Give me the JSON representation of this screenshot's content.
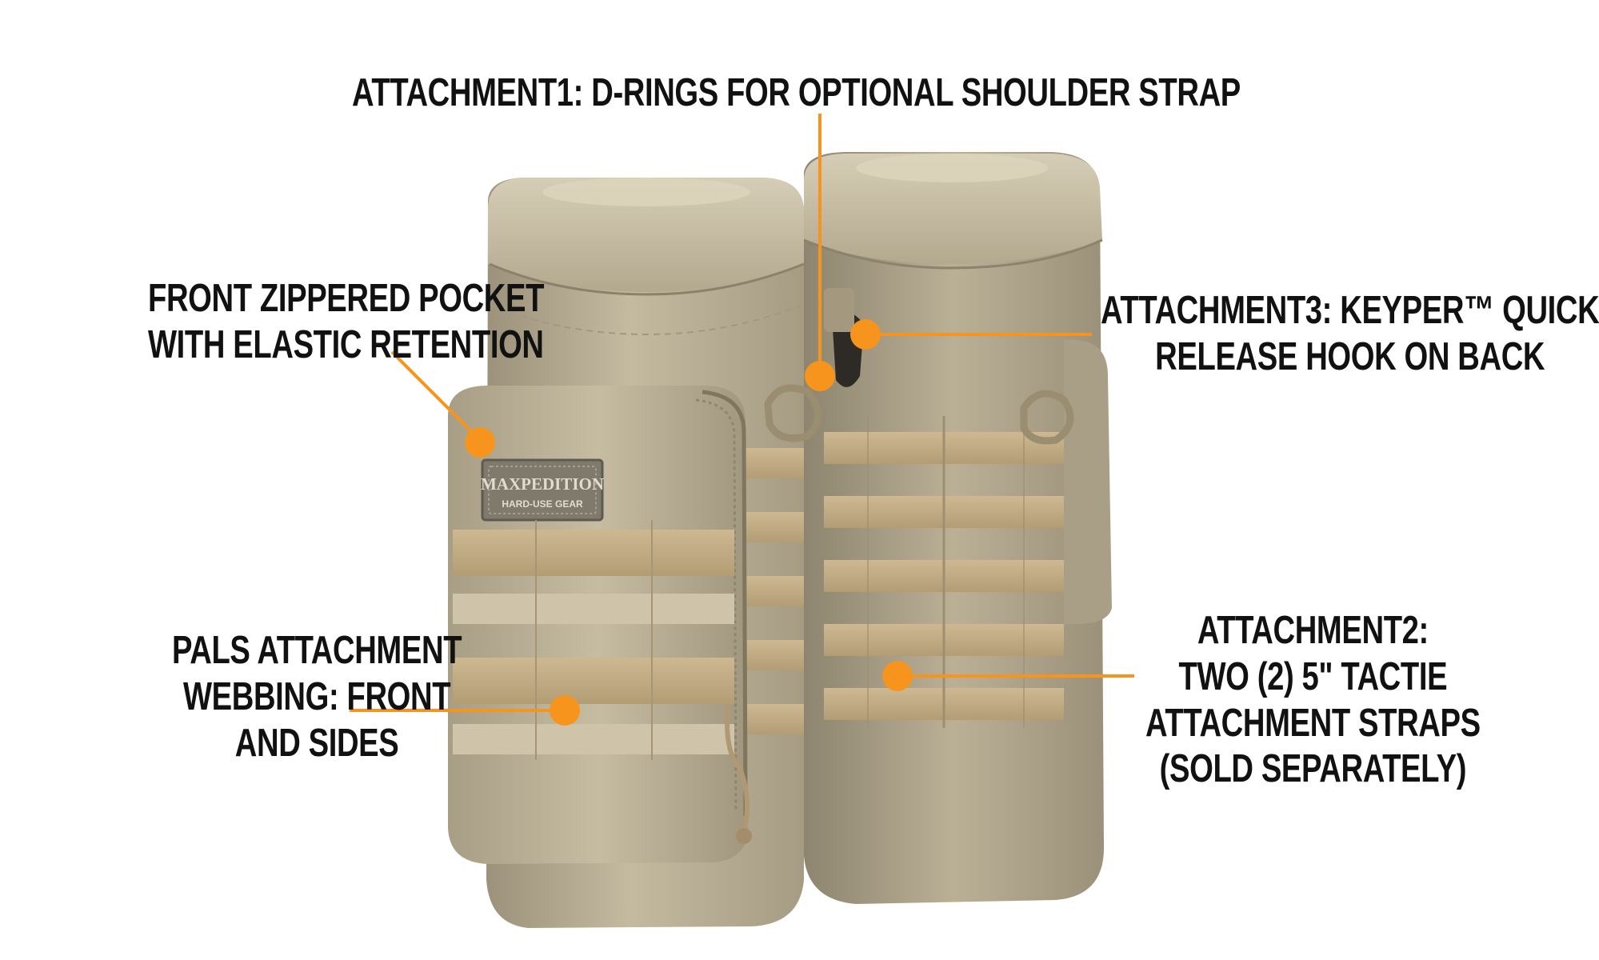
{
  "colors": {
    "accent": "#f7941d",
    "text": "#111111",
    "background": "#ffffff",
    "khaki": "#b9ae93",
    "khaki_dark": "#8f8570",
    "webbing": "#c8b48c"
  },
  "brand_patch": {
    "line1": "MAXPEDITION",
    "line2": "HARD-USE GEAR"
  },
  "callouts": {
    "attachment1": {
      "lines": [
        "ATTACHMENT1: D-RINGS FOR OPTIONAL SHOULDER STRAP"
      ]
    },
    "front_pocket": {
      "lines": [
        "FRONT ZIPPERED POCKET",
        "WITH ELASTIC RETENTION"
      ]
    },
    "attachment3": {
      "lines": [
        "ATTACHMENT3: KEYPER™ QUICK",
        "RELEASE HOOK ON BACK"
      ]
    },
    "pals": {
      "lines": [
        "PALS ATTACHMENT",
        "WEBBING: FRONT",
        "AND SIDES"
      ]
    },
    "attachment2": {
      "lines": [
        "ATTACHMENT2:",
        "TWO (2) 5\" TACTIE",
        "ATTACHMENT STRAPS",
        "(SOLD SEPARATELY)"
      ]
    }
  },
  "icons": [
    "callout-dot-icon",
    "d-ring-icon",
    "keyper-hook-icon",
    "zipper-pull-icon"
  ]
}
